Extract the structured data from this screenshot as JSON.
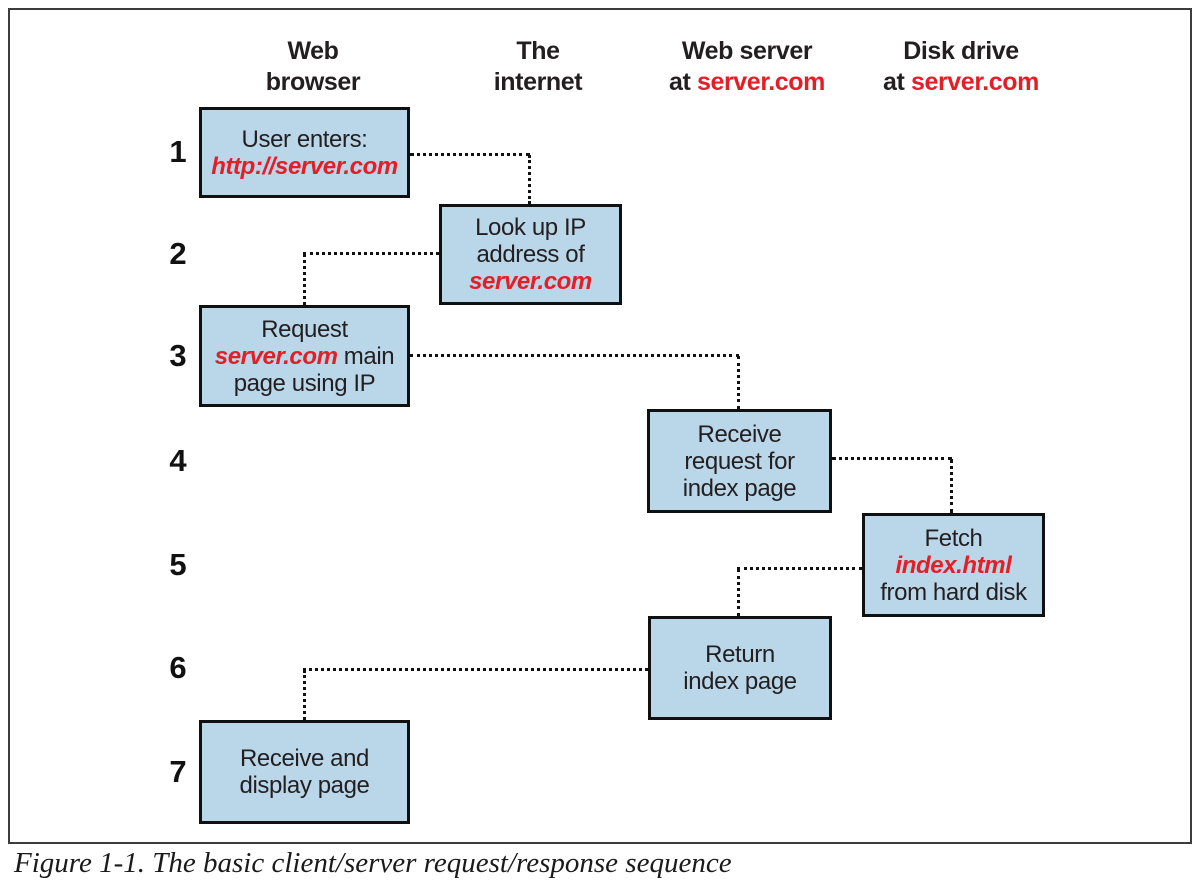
{
  "colors": {
    "box_fill": "#bad6e9",
    "box_border": "#101010",
    "accent_red": "#e41e26",
    "text": "#231f20"
  },
  "columns": [
    {
      "line1": "Web",
      "line2": "browser"
    },
    {
      "line1": "The",
      "line2": "internet"
    },
    {
      "line1": "Web server",
      "line2_black": "at ",
      "line2_red": "server.com"
    },
    {
      "line1": "Disk drive",
      "line2_black": "at ",
      "line2_red": "server.com"
    }
  ],
  "steps": [
    {
      "num": "1",
      "l1": "User enters:",
      "l2_red": "http://server.com"
    },
    {
      "num": "2",
      "l1": "Look up IP",
      "l2": "address of",
      "l3_red": "server.com"
    },
    {
      "num": "3",
      "l1": "Request",
      "l2_red": "server.com",
      "l2b": " main",
      "l3": "page using IP"
    },
    {
      "num": "4",
      "l1": "Receive",
      "l2": "request for",
      "l3": "index page"
    },
    {
      "num": "5",
      "l1": "Fetch",
      "l2_red": "index.html",
      "l3": "from hard disk"
    },
    {
      "num": "6",
      "l1": "Return",
      "l2": "index page"
    },
    {
      "num": "7",
      "l1": "Receive and",
      "l2": "display page"
    }
  ],
  "caption": "Figure 1-1. The basic client/server request/response sequence"
}
